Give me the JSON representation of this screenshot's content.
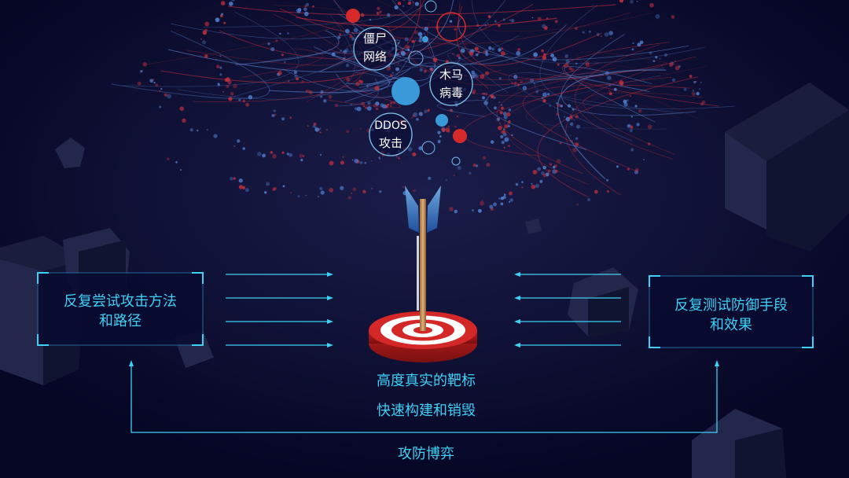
{
  "threats": [
    {
      "line1": "僵尸",
      "line2": "网络"
    },
    {
      "line1": "木马",
      "line2": "病毒"
    },
    {
      "line1": "DDOS",
      "line2": "攻击"
    }
  ],
  "left_panel": {
    "line1": "反复尝试攻击方法",
    "line2": "和路径"
  },
  "right_panel": {
    "line1": "反复测试防御手段",
    "line2": "和效果"
  },
  "target": {
    "line1": "高度真实的靶标",
    "line2": "快速构建和销毁"
  },
  "bottom_label": "攻防博弈",
  "colors": {
    "accent": "#3fd0f5",
    "background": "#060725",
    "red": "#d62a2a",
    "blue": "#3a9ad9"
  }
}
